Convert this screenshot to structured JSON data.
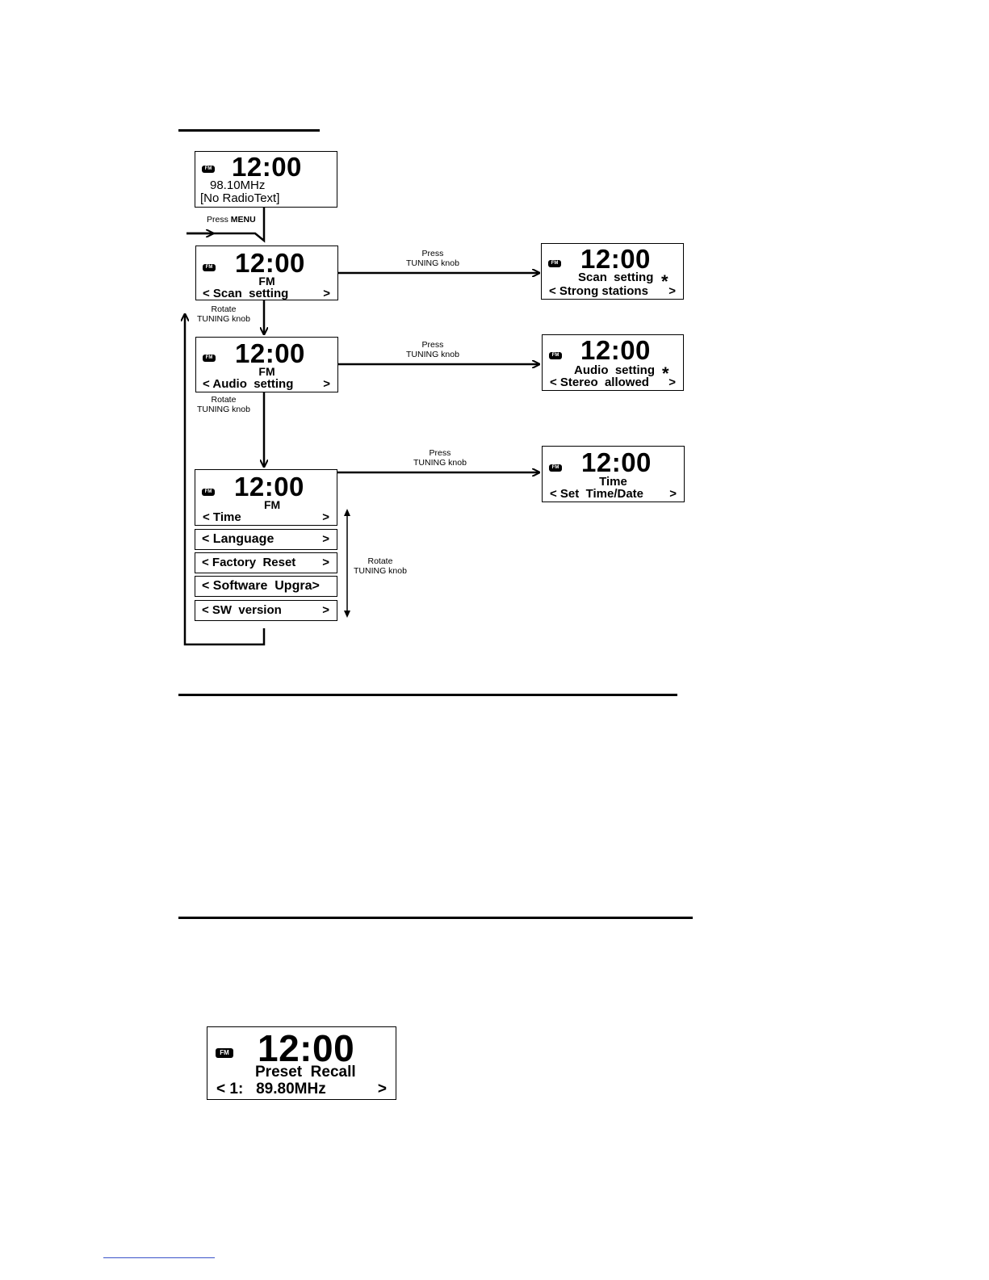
{
  "fm_badge": "FM",
  "clock": "12:00",
  "screens": {
    "main": {
      "freq": "98.10MHz",
      "radiotext": "[No RadioText]"
    },
    "scan": {
      "band": "FM",
      "item": "< Scan  setting",
      "next": ">"
    },
    "audio": {
      "band": "FM",
      "item": "< Audio  setting",
      "next": ">"
    },
    "time": {
      "band": "FM",
      "item": "< Time",
      "next": ">"
    },
    "scan_detail": {
      "title": "Scan  setting",
      "star": "*",
      "value": "< Strong stations",
      "next": ">"
    },
    "audio_detail": {
      "title": "Audio  setting",
      "star": "*",
      "value": "< Stereo  allowed",
      "next": ">"
    },
    "time_detail": {
      "title": "Time",
      "value": "< Set  Time/Date",
      "next": ">"
    },
    "preset": {
      "title": "Preset  Recall",
      "value": "< 1:   89.80MHz",
      "next": ">"
    }
  },
  "menu_items": [
    {
      "label": "< Language",
      "next": ">"
    },
    {
      "label": "< Factory  Reset",
      "next": ">"
    },
    {
      "label": "< Software  Upgra>",
      "next": ""
    },
    {
      "label": "< SW  version",
      "next": ">"
    }
  ],
  "labels": {
    "press": "Press",
    "menu": "MENU",
    "rotate": "Rotate",
    "tuning_knob": "TUNING knob"
  }
}
